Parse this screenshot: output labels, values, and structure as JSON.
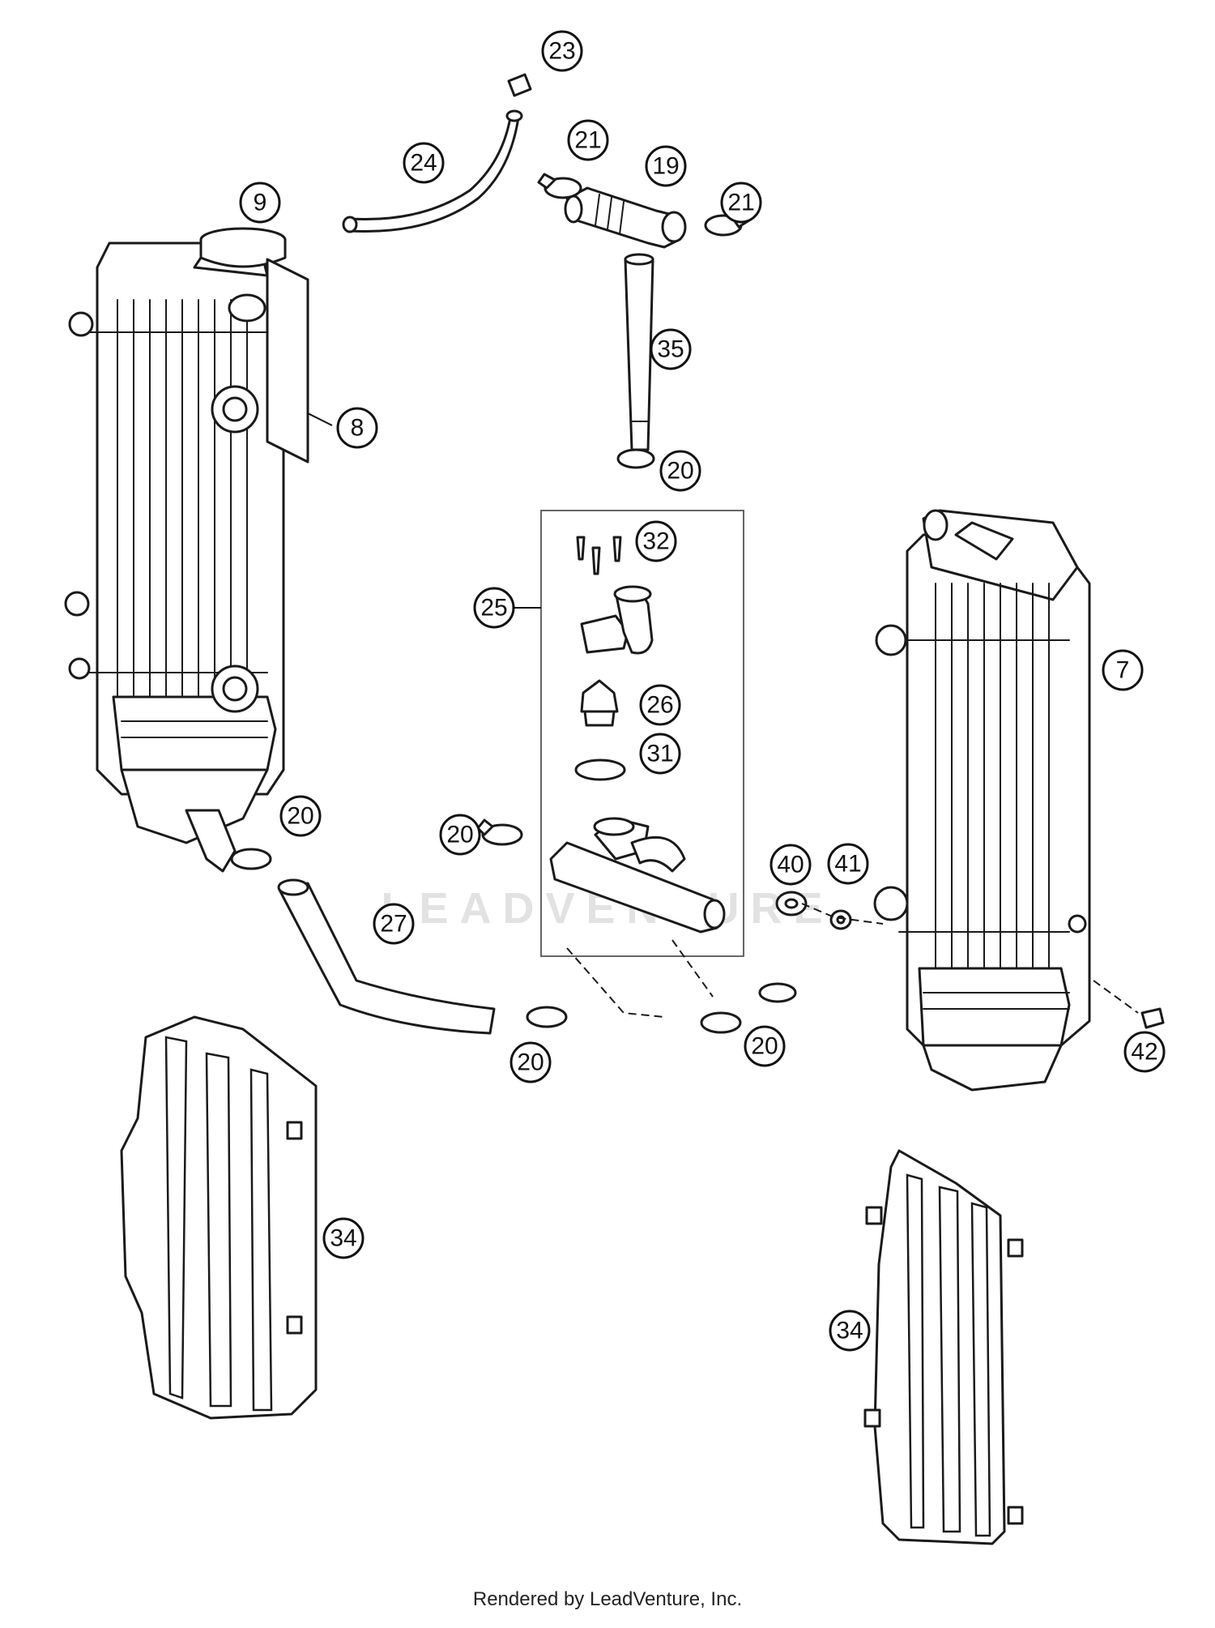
{
  "diagram": {
    "callouts": [
      "23",
      "24",
      "21",
      "19",
      "21",
      "9",
      "35",
      "8",
      "20",
      "32",
      "25",
      "7",
      "26",
      "31",
      "20",
      "40",
      "41",
      "20",
      "27",
      "20",
      "20",
      "42",
      "34",
      "34"
    ]
  },
  "watermark": "LEADVENTURE",
  "footer": "Rendered by LeadVenture, Inc."
}
